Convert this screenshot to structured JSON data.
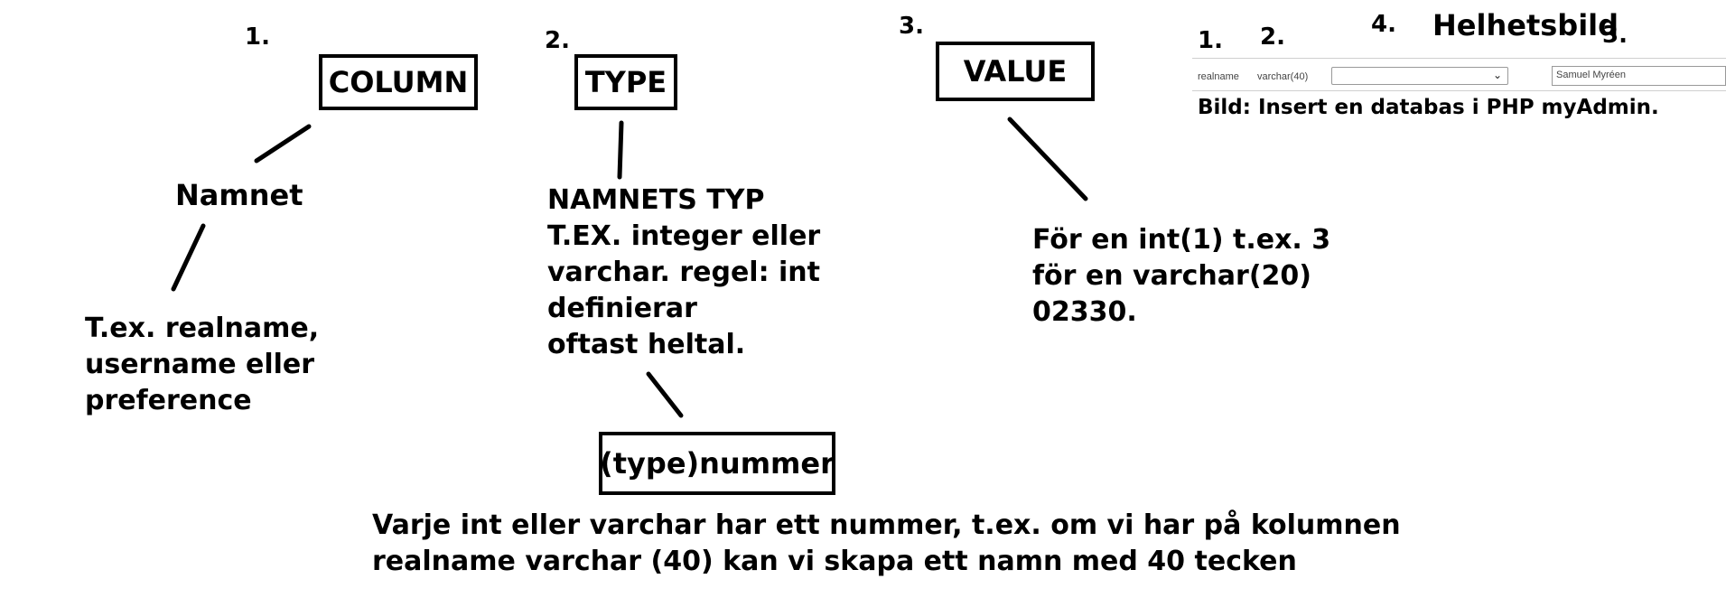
{
  "column_section": {
    "number": "1.",
    "box_label": "COLUMN",
    "name_label": "Namnet",
    "example_lines": [
      "T.ex. realname,",
      "username eller",
      "preference"
    ]
  },
  "type_section": {
    "number": "2.",
    "box_label": "TYPE",
    "description_lines": [
      "NAMNETS TYP",
      "T.EX. integer eller",
      "varchar. regel: int",
      "definierar",
      "oftast heltal."
    ],
    "sub_box_label": "(type)nummer",
    "explanation_lines": [
      "Varje int eller varchar har ett nummer, t.ex. om vi har på kolumnen",
      "realname varchar (40) kan vi skapa ett namn med 40 tecken"
    ]
  },
  "value_section": {
    "number": "3.",
    "box_label": "VALUE",
    "example_lines": [
      "För en int(1) t.ex. 3",
      "för en varchar(20)",
      "02330."
    ]
  },
  "overview": {
    "number_4": "4.",
    "title": "Helhetsbild",
    "number_1": "1.",
    "number_2": "2.",
    "number_3": "3.",
    "row": {
      "column_name": "realname",
      "column_type": "varchar(40)",
      "function_select": "",
      "value": "Samuel Myréen"
    },
    "caption": "Bild: Insert en databas i PHP myAdmin."
  }
}
